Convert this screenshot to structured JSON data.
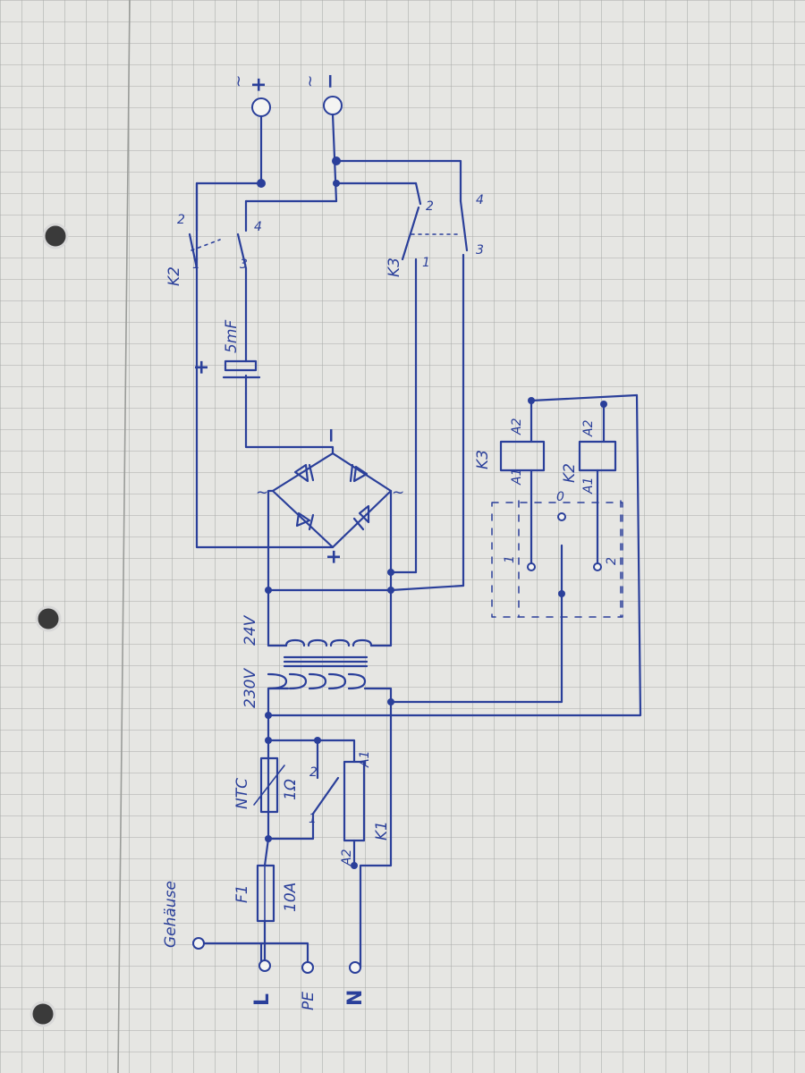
{
  "labels": {
    "housing": "Gehäuse",
    "L": "L",
    "PE": "PE",
    "N": "N",
    "fuse": "F1",
    "fuse_rating": "10A",
    "ntc": "NTC",
    "ntc_value": "1Ω",
    "k1_label": "K1",
    "k1_a1": "A1",
    "k1_a2": "A2",
    "k1_c1": "1",
    "k1_c2": "2",
    "primary_voltage": "230V",
    "secondary_voltage": "24V",
    "bridge_minus": "−",
    "bridge_plus": "+",
    "bridge_ac1": "~",
    "bridge_ac2": "~",
    "cap_value": "5mF",
    "cap_plus": "+",
    "k2_top_label": "K2",
    "k2_top_c1": "1",
    "k2_top_c2": "2",
    "k2_top_c3": "3",
    "k2_top_c4": "4",
    "k3_top_label": "K3",
    "k3_top_c1": "1",
    "k3_top_c2": "2",
    "k3_top_c3": "3",
    "k3_top_c4": "4",
    "out_plus": "+",
    "out_minus": "−",
    "out_tilde_plus": "~",
    "out_tilde_minus": "~",
    "k3_coil": "K3",
    "k3_a1": "A1",
    "k3_a2": "A2",
    "k2_coil": "K2",
    "k2_a1": "A1",
    "k2_a2": "A2",
    "sw_1": "1",
    "sw_2": "2",
    "sw_0": "0"
  }
}
